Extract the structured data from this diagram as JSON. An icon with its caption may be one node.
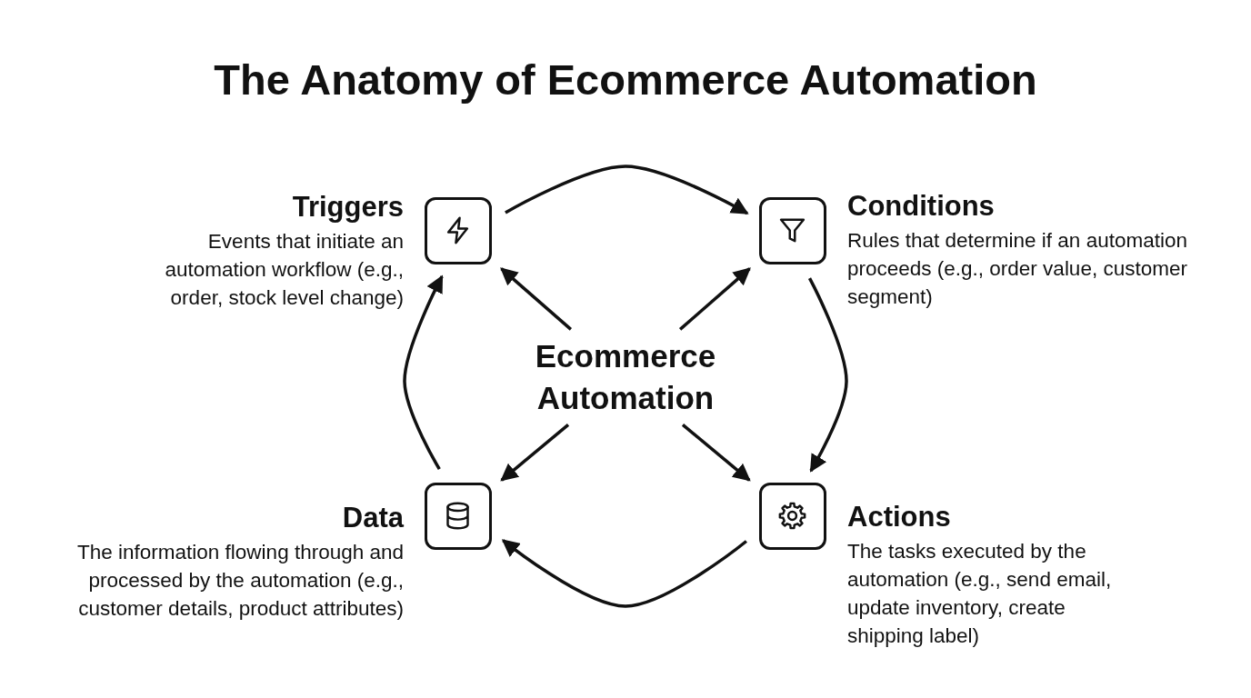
{
  "diagram": {
    "title": "The Anatomy of Ecommerce Automation",
    "nodes": [
      {
        "text": [
          "Ecommerce Automation"
        ]
      },
      {
        "text": [
          "Triggers",
          "Events that initiate an automation workflow (e.g., order, stock level change)"
        ]
      },
      {
        "text": [
          "Conditions",
          "Rules that determine if an automation proceeds (e.g., order value, customer segment)"
        ]
      },
      {
        "text": [
          "Actions",
          "The tasks executed by the automation (e.g., send email, update inventory, create shipping label)"
        ]
      },
      {
        "text": [
          "Data",
          "The information flowing through and processed by the automation (e.g., customer details, product attributes)"
        ]
      }
    ],
    "edges": [
      {
        "from": 0,
        "to": 1,
        "arrow": "to"
      },
      {
        "from": 0,
        "to": 2,
        "arrow": "to"
      },
      {
        "from": 0,
        "to": 3,
        "arrow": "to"
      },
      {
        "from": 0,
        "to": 4,
        "arrow": "to"
      },
      {
        "from": 1,
        "to": 2,
        "arrow": "to"
      },
      {
        "from": 2,
        "to": 3,
        "arrow": "to"
      },
      {
        "from": 3,
        "to": 4,
        "arrow": "to"
      },
      {
        "from": 4,
        "to": 1,
        "arrow": "to"
      }
    ]
  }
}
